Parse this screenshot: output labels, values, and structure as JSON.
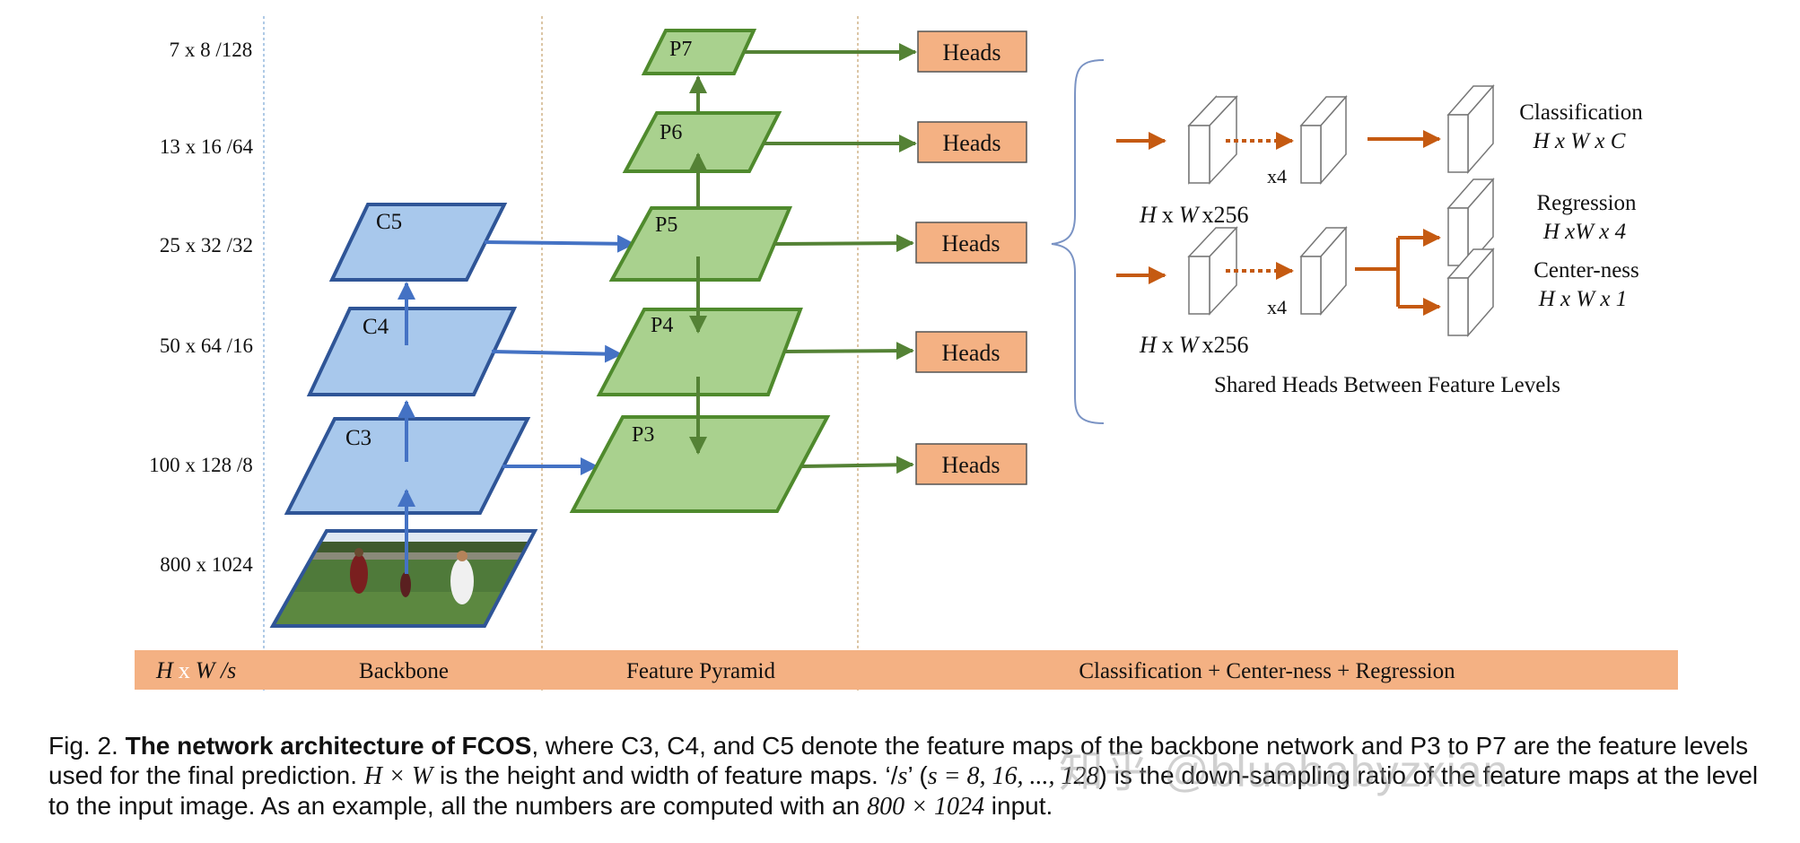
{
  "colors": {
    "backbone_fill": "#a8c8ec",
    "backbone_stroke": "#2f5597",
    "backbone_arrow": "#4472c4",
    "pyramid_fill": "#a9d18e",
    "pyramid_stroke": "#4f8a2d",
    "pyramid_arrow": "#548235",
    "heads_fill": "#f4b183",
    "orange_arrow": "#c55a11",
    "bar_fill": "#f4b183",
    "divider": "#c5a06a"
  },
  "scale_labels": [
    "7 x 8 /128",
    "13 x 16 /64",
    "25 x 32 /32",
    "50 x 64 /16",
    "100 x 128 /8",
    "800 x 1024"
  ],
  "backbone_labels": [
    "C5",
    "C4",
    "C3"
  ],
  "pyramid_labels": [
    "P7",
    "P6",
    "P5",
    "P4",
    "P3"
  ],
  "heads_label": "Heads",
  "shared_heads": {
    "repeat": "x4",
    "size_h": "H",
    "size_x": "x",
    "size_w": "W",
    "size_c": "x256",
    "classification": "Classification",
    "classification_dims": "H x W x C",
    "regression": "Regression",
    "regression_dims": "H xW x 4",
    "centerness": "Center-ness",
    "centerness_dims": "H x W x 1",
    "title": "Shared Heads Between Feature Levels"
  },
  "bottom_bar": {
    "h": "H",
    "x": "x",
    "w": "W /s",
    "backbone": "Backbone",
    "pyramid": "Feature Pyramid",
    "heads": "Classification + Center-ness + Regression"
  },
  "caption": {
    "prefix": "Fig. 2.",
    "bold": "The network architecture of FCOS",
    "part1": ", where C3, C4, and C5 denote the feature maps of the backbone network and P3 to P7 are the feature levels used for the final prediction.",
    "math_hw": "H × W",
    "part2": "is the height and width of feature maps. ‘/",
    "math_s": "s",
    "part3": "’ (",
    "math_seq": "s = 8, 16, ..., 128",
    "part4": ") is the down-sampling ratio of the feature maps at the level to the input image. As an example, all the numbers are computed with an",
    "math_input": "800 × 1024",
    "part5": "input."
  },
  "watermark": "知乎 @bluebabyzxian"
}
